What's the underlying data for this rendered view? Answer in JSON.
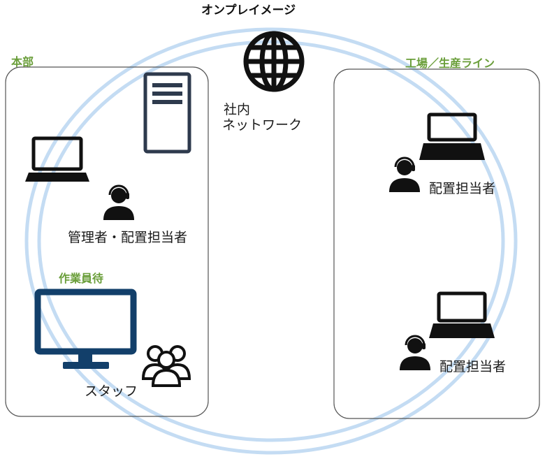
{
  "title": "オンプレイメージ",
  "zones": {
    "hq": {
      "label": "本部"
    },
    "factory": {
      "label": "工場／生産ライン"
    },
    "waiting": {
      "label": "作業員待"
    }
  },
  "network": {
    "line1": "社内",
    "line2": "ネットワーク"
  },
  "people": {
    "hq_admin": "管理者・配置担当者",
    "staff": "スタッフ",
    "factory_1": "配置担当者",
    "factory_2": "配置担当者"
  },
  "icons": [
    "globe-icon",
    "server-icon",
    "laptop-icon",
    "headset-person-icon",
    "monitor-icon",
    "group-icon"
  ],
  "colors": {
    "ring": "#bcd8f2",
    "zone_border": "#555555",
    "zone_label": "#6a9e3a",
    "monitor": "#123f6a",
    "server": "#2e3a4d",
    "ink": "#111111"
  }
}
